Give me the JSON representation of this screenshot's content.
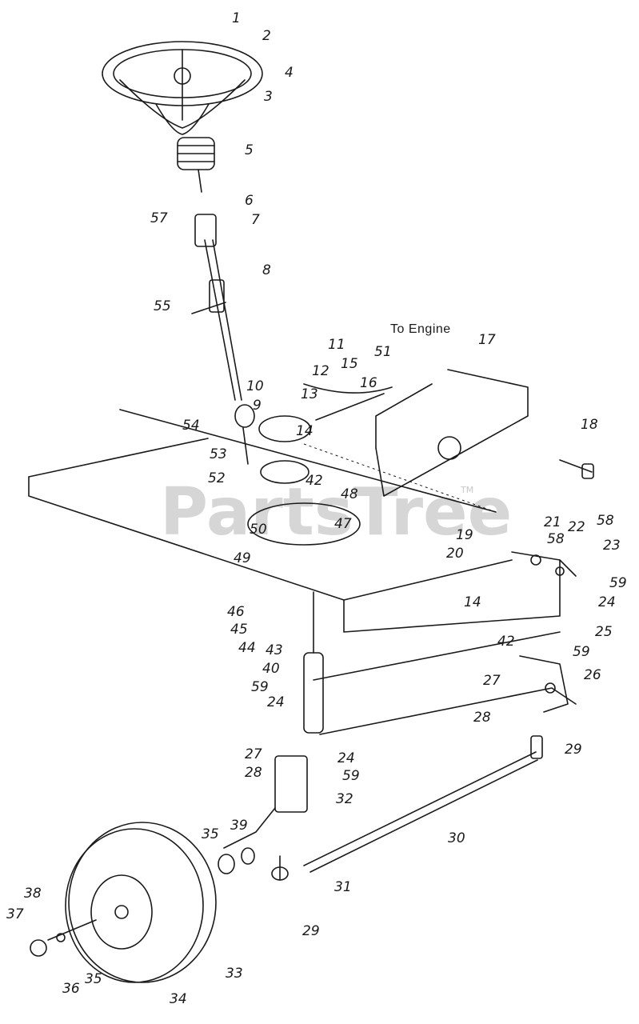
{
  "watermark": {
    "brand": "PartsTree",
    "tm": "TM"
  },
  "note": "To Engine",
  "labels": {
    "p1": "1",
    "p2": "2",
    "p3": "3",
    "p4": "4",
    "p5": "5",
    "p6": "6",
    "p7": "7",
    "p8": "8",
    "p9": "9",
    "p10": "10",
    "p11": "11",
    "p12": "12",
    "p13": "13",
    "p14a": "14",
    "p14b": "14",
    "p15": "15",
    "p16": "16",
    "p17": "17",
    "p18": "18",
    "p19": "19",
    "p20": "20",
    "p21": "21",
    "p22": "22",
    "p23": "23",
    "p24a": "24",
    "p24b": "24",
    "p24c": "24",
    "p25": "25",
    "p26": "26",
    "p27a": "27",
    "p27b": "27",
    "p28a": "28",
    "p28b": "28",
    "p29a": "29",
    "p29b": "29",
    "p30": "30",
    "p31": "31",
    "p32": "32",
    "p33": "33",
    "p34": "34",
    "p35a": "35",
    "p35b": "35",
    "p36": "36",
    "p37": "37",
    "p38": "38",
    "p39": "39",
    "p40": "40",
    "p42a": "42",
    "p42b": "42",
    "p43": "43",
    "p44": "44",
    "p45": "45",
    "p46": "46",
    "p47": "47",
    "p48": "48",
    "p49": "49",
    "p50": "50",
    "p51": "51",
    "p52": "52",
    "p53": "53",
    "p54": "54",
    "p55": "55",
    "p57": "57",
    "p58a": "58",
    "p58b": "58",
    "p59a": "59",
    "p59b": "59",
    "p59c": "59",
    "p59d": "59"
  }
}
